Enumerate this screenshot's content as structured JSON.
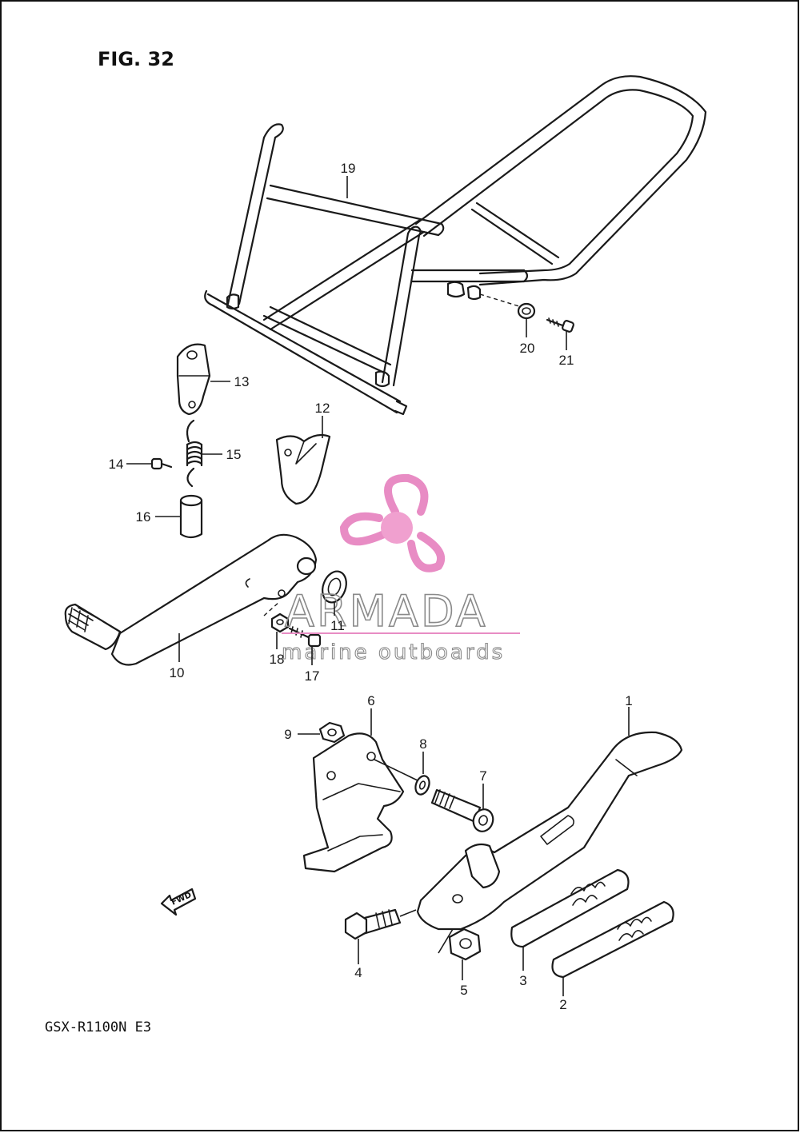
{
  "figure": {
    "title": "FIG. 32",
    "model": "GSX-R1100N E3",
    "fwd_label": "FWD"
  },
  "watermark": {
    "brand": "ARMADA",
    "tagline": "marine outboards",
    "logo_color": "#e88cc4",
    "logo_center_color": "#f0a0cf",
    "text_color": "#8a8a8a"
  },
  "callouts": {
    "c1": "1",
    "c2": "2",
    "c3": "3",
    "c4": "4",
    "c5": "5",
    "c6": "6",
    "c7": "7",
    "c8": "8",
    "c9": "9",
    "c10": "10",
    "c11": "11",
    "c12": "12",
    "c13": "13",
    "c14": "14",
    "c15": "15",
    "c16": "16",
    "c17": "17",
    "c18": "18",
    "c19": "19",
    "c20": "20",
    "c21": "21"
  }
}
